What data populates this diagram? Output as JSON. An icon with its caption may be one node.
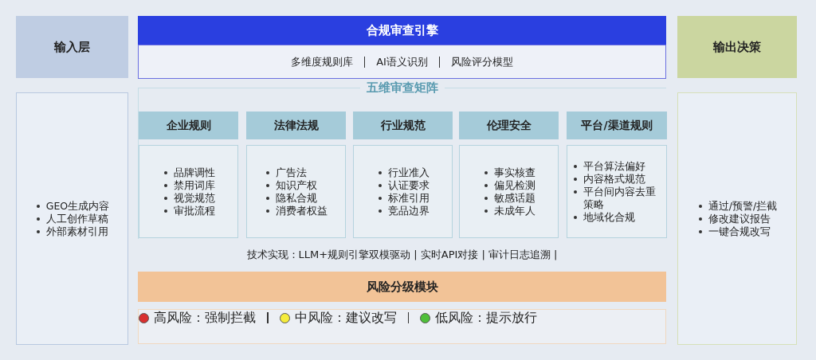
{
  "diagram": {
    "nodes": [
      {
        "text": [
          "输入层"
        ]
      },
      {
        "text": [
          "合规审查引擎"
        ]
      },
      {
        "text": [
          "多维度规则库",
          "AI语义识别",
          "风险评分模型"
        ]
      },
      {
        "text": [
          "输出决策"
        ]
      },
      {
        "text": [
          "GEO生成内容",
          "人工创作草稿",
          "外部素材引用"
        ]
      },
      {
        "text": [
          "五维审查矩阵"
        ]
      },
      {
        "text": [
          "企业规则"
        ],
        "in": 5
      },
      {
        "text": [
          "法律法规"
        ],
        "in": 5
      },
      {
        "text": [
          "行业规范"
        ],
        "in": 5
      },
      {
        "text": [
          "伦理安全"
        ],
        "in": 5
      },
      {
        "text": [
          "平台/渠道规则"
        ],
        "in": 5
      },
      {
        "text": [
          "品牌调性",
          "禁用词库",
          "视觉规范",
          "审批流程"
        ],
        "in": 5
      },
      {
        "text": [
          "广告法",
          "知识产权",
          "隐私合规",
          "消费者权益"
        ],
        "in": 5
      },
      {
        "text": [
          "行业准入",
          "认证要求",
          "标准引用",
          "竞品边界"
        ],
        "in": 5
      },
      {
        "text": [
          "事实核查",
          "偏见检测",
          "敏感话题",
          "未成年人"
        ],
        "in": 5
      },
      {
        "text": [
          "平台算法偏好",
          "内容格式规范",
          "平台间内容去重策略",
          "地域化合规"
        ],
        "in": 5
      },
      {
        "text": [
          "风险分级模块"
        ]
      },
      {
        "text": [
          "高风险：强制拦截",
          "中风险：建议改写",
          "低风险：提示放行"
        ]
      },
      {
        "text": [
          "通过/预警/拦截",
          "修改建议报告",
          "一键合规改写"
        ]
      }
    ],
    "edges": [],
    "labels": [
      "技术实现：LLM+规则引擎双模驱动 | 实时API对接 | 审计日志追溯 |"
    ]
  }
}
